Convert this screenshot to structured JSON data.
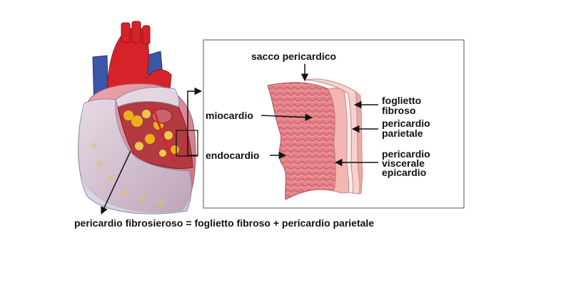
{
  "labels": {
    "sacco_pericardico": "sacco pericardico",
    "foglietto_fibroso": [
      "foglietto",
      "fibroso"
    ],
    "pericardio_parietale": [
      "pericardio",
      "parietale"
    ],
    "miocardio": "miocardio",
    "endocardio": "endocardio",
    "pericardio_viscerale": [
      "pericardio",
      "viscerale",
      "epicardio"
    ],
    "caption": "pericardio fibrosieroso = foglietto fibroso + pericardio parietale"
  },
  "colors": {
    "muscle": "#e4828a",
    "muscle_dark": "#c95a64",
    "fibrous_layer": "#f6d2cf",
    "pink_layer": "#f3b7b3",
    "aorta": "#d6232a",
    "vein": "#3b56a6",
    "fat": "#e9b318",
    "membrane": "#c9c6d6"
  }
}
